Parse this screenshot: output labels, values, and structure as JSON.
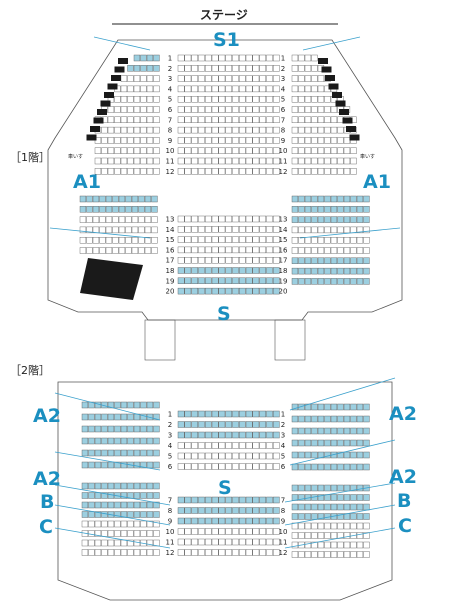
{
  "stage_label": "ステージ",
  "floor1": {
    "label": "［1階］",
    "zones": {
      "s1": "S1",
      "a1_left": "A1",
      "a1_right": "A1",
      "s": "S"
    },
    "box_label": "車いす",
    "row_numbers": [
      "1",
      "2",
      "3",
      "4",
      "5",
      "6",
      "7",
      "8",
      "9",
      "10",
      "11",
      "12",
      "13",
      "14",
      "15",
      "16",
      "17",
      "18",
      "19",
      "20"
    ]
  },
  "floor2": {
    "label": "［2階］",
    "zones": {
      "a2_upper_left": "A2",
      "a2_upper_right": "A2",
      "a2_lower_left": "A2",
      "a2_lower_right": "A2",
      "s": "S",
      "b_left": "B",
      "b_right": "B",
      "c_left": "C",
      "c_right": "C"
    },
    "row_numbers": [
      "1",
      "2",
      "3",
      "4",
      "5",
      "6",
      "7",
      "8",
      "9",
      "10",
      "11",
      "12"
    ]
  },
  "colors": {
    "zone_text": "#1b8fc0",
    "a_fill": "#9ccfe0",
    "s_fill": "#ffffff",
    "seat_stroke": "#555555",
    "box_fill": "#1a1a1a",
    "line": "#3aa0cc"
  }
}
